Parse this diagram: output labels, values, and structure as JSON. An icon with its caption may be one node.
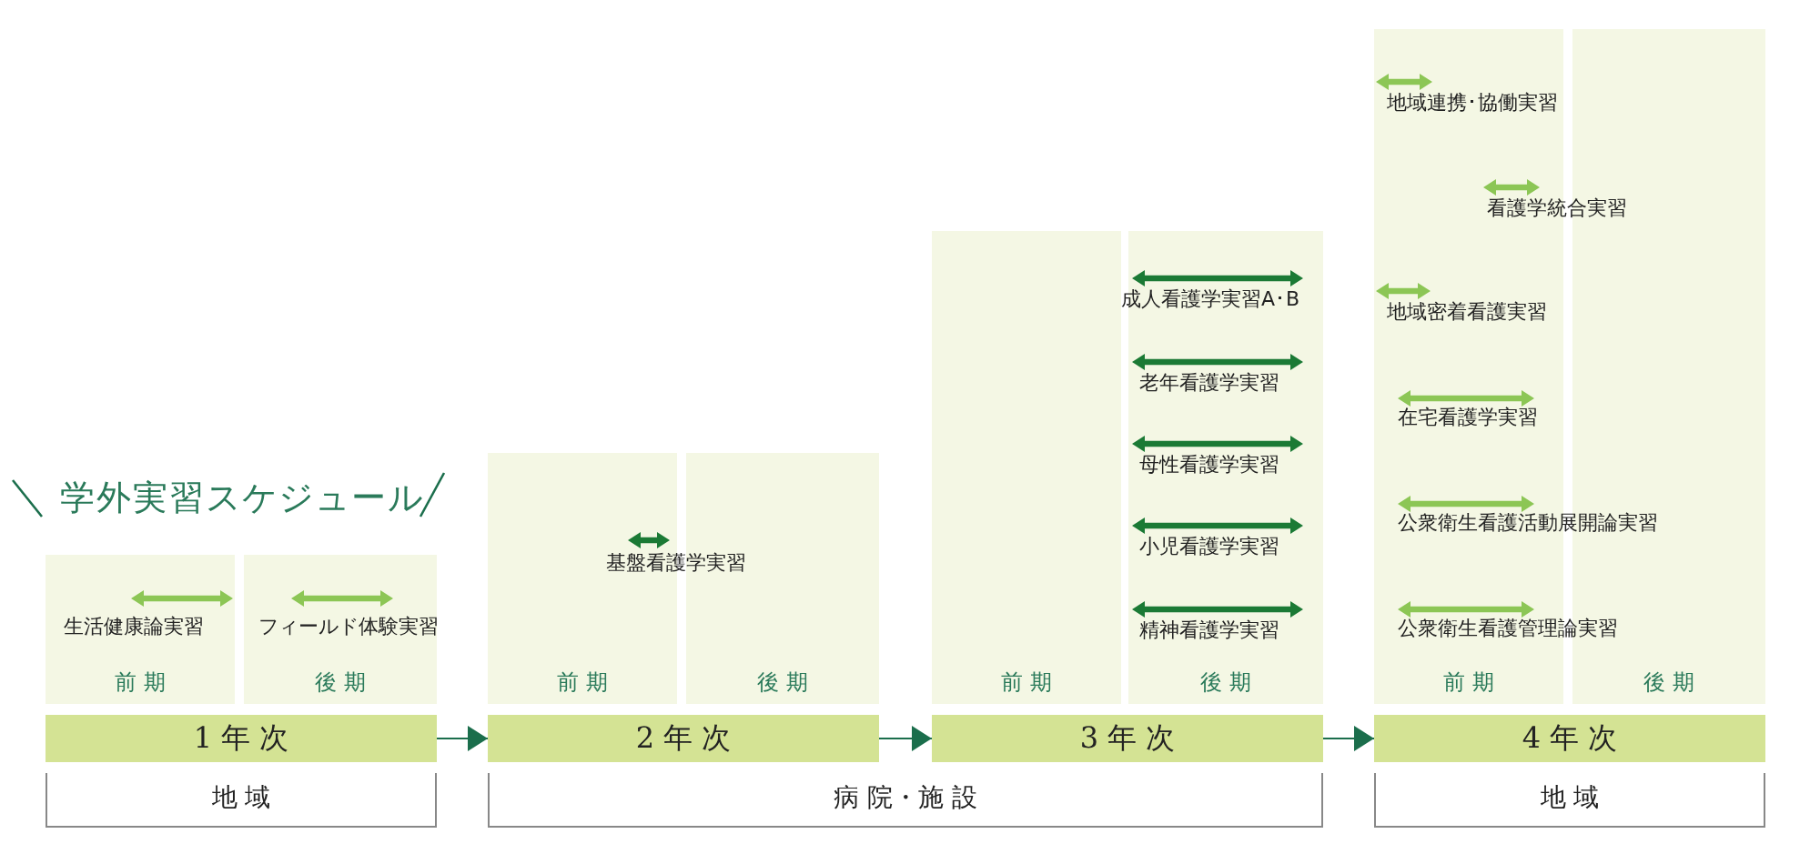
{
  "diagram": {
    "title": "学外実習スケジュール",
    "nodes": [
      {
        "text": [
          "前 期"
        ]
      },
      {
        "text": [
          "後 期"
        ]
      },
      {
        "text": [
          "1 年 次"
        ]
      },
      {
        "text": [
          "前 期"
        ]
      },
      {
        "text": [
          "後 期"
        ]
      },
      {
        "text": [
          "2 年 次"
        ]
      },
      {
        "text": [
          "前 期"
        ]
      },
      {
        "text": [
          "後 期"
        ]
      },
      {
        "text": [
          "3 年 次"
        ]
      },
      {
        "text": [
          "前 期"
        ]
      },
      {
        "text": [
          "後 期"
        ]
      },
      {
        "text": [
          "4 年 次"
        ]
      },
      {
        "text": [
          "地 域"
        ]
      },
      {
        "text": [
          "病 院・施 設"
        ]
      },
      {
        "text": [
          "地 域"
        ]
      }
    ],
    "edges": [
      {
        "from": 2,
        "to": 5,
        "arrow": "to"
      },
      {
        "from": 5,
        "to": 8,
        "arrow": "to"
      },
      {
        "from": 8,
        "to": 11,
        "arrow": "to"
      }
    ],
    "labels": [
      "生活健康論実習",
      "フィールド体験実習",
      "基盤看護学実習",
      "成人看護学実習A･B",
      "老年看護学実習",
      "母性看護学実習",
      "小児看護学実習",
      "精神看護学実習",
      "地域連携･協働実習",
      "看護学統合実習",
      "地域密着看護実習",
      "在宅看護学実習",
      "公衆衛生看護活動展開論実習",
      "公衆衛生看護管理論実習"
    ]
  }
}
